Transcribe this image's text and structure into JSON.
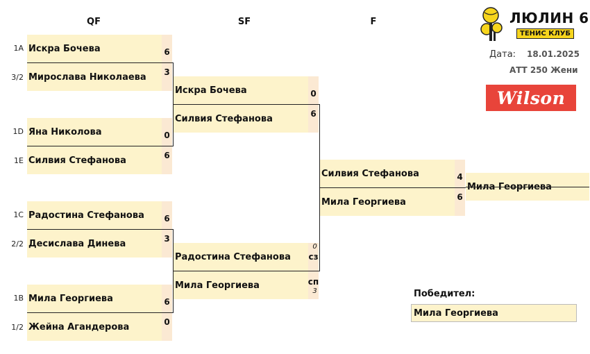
{
  "rounds": {
    "qf": "QF",
    "sf": "SF",
    "f": "F"
  },
  "qf": [
    {
      "seed": "1A",
      "name": "Искра Бочева",
      "score": "6"
    },
    {
      "seed": "3/2",
      "name": "Мирослава Николаева",
      "score": "3"
    },
    {
      "seed": "1D",
      "name": "Яна Николова",
      "score": "0"
    },
    {
      "seed": "1E",
      "name": "Силвия Стефанова",
      "score": "6"
    },
    {
      "seed": "1C",
      "name": "Радостина Стефанова",
      "score": "6"
    },
    {
      "seed": "2/2",
      "name": "Десислава Динева",
      "score": "3"
    },
    {
      "seed": "1B",
      "name": "Мила Георгиева",
      "score": "6"
    },
    {
      "seed": "1/2",
      "name": "Жейна Агандерова",
      "score": "0"
    }
  ],
  "sf": [
    {
      "name": "Искра Бочева",
      "score": "0",
      "note": ""
    },
    {
      "name": "Силвия Стефанова",
      "score": "6",
      "note": ""
    },
    {
      "name": "Радостина Стефанова",
      "score": "сз",
      "note": "0"
    },
    {
      "name": "Мила Георгиева",
      "score": "сп",
      "note": "3"
    }
  ],
  "final": [
    {
      "name": "Силвия Стефанова",
      "score": "4"
    },
    {
      "name": "Мила Георгиева",
      "score": "6"
    }
  ],
  "champion": "Мила Георгиева",
  "winner_label": "Победител:",
  "winner_name": "Мила Георгиева",
  "club": {
    "name": "ЛЮЛИН 6",
    "subtitle": "ТЕНИС КЛУБ"
  },
  "date_label": "Дата:",
  "date_value": "18.01.2025",
  "tournament": "АТТ 250 Жени",
  "sponsor": "Wilson",
  "colors": {
    "player_bg": "#fdf3cb",
    "score_bg": "#fbe9d3",
    "wilson_red": "#e8443a",
    "logo_yellow": "#f7d51d"
  }
}
